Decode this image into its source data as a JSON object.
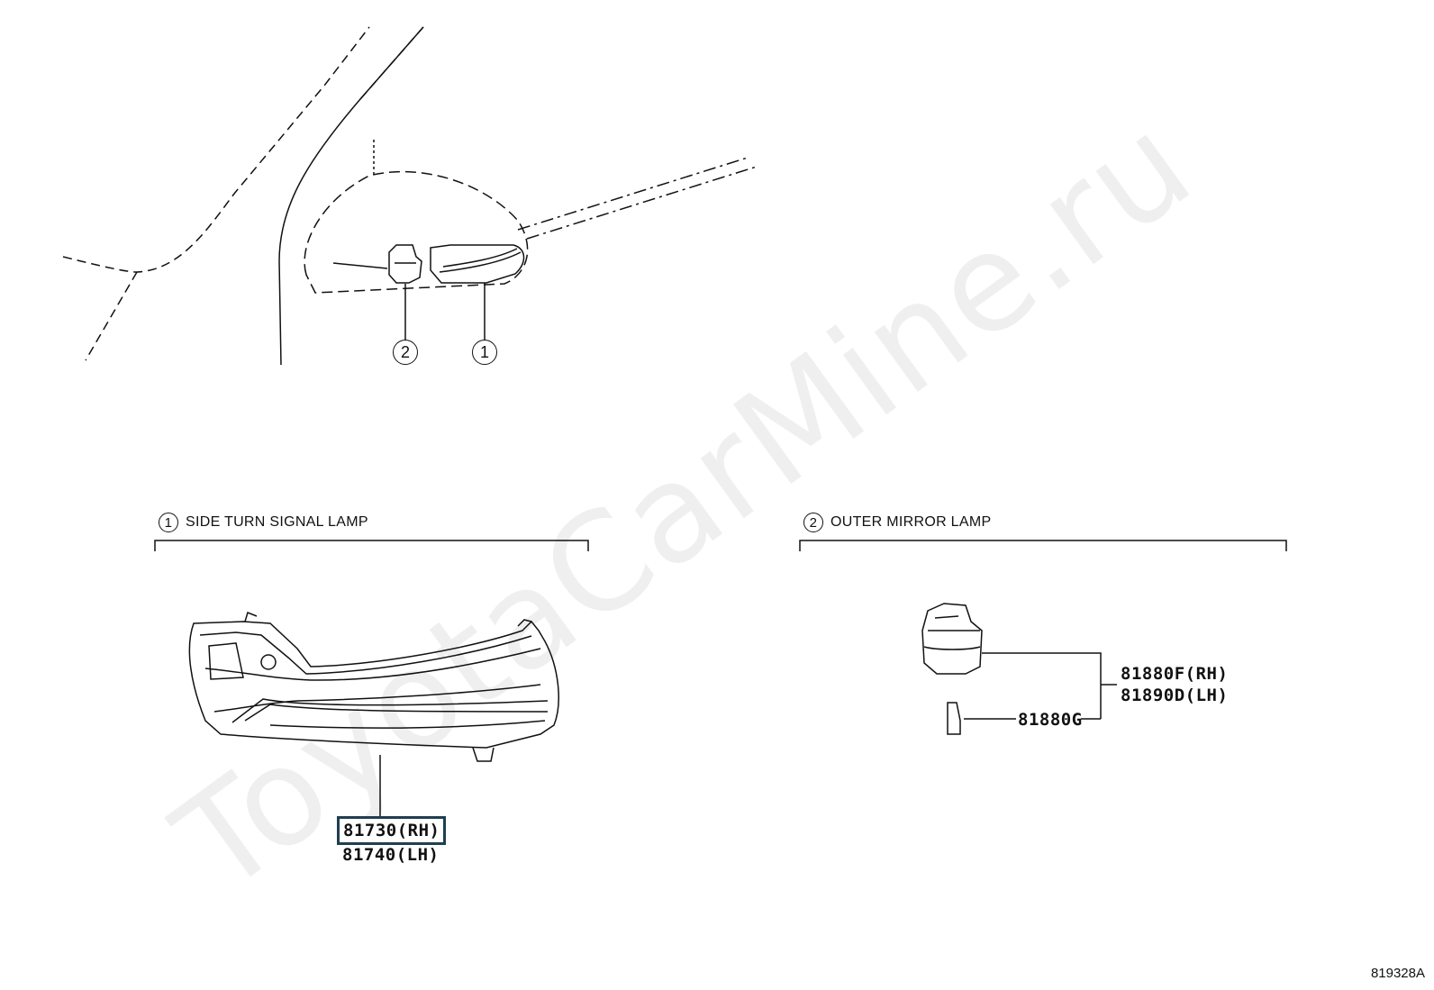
{
  "watermark": "ToyotaCarMine.ru",
  "callouts": {
    "one": "1",
    "two": "2"
  },
  "sections": {
    "side_turn": {
      "number": "1",
      "title": "SIDE TURN SIGNAL LAMP"
    },
    "outer_mirror": {
      "number": "2",
      "title": "OUTER MIRROR LAMP"
    }
  },
  "parts": {
    "p81730": "81730(RH)",
    "p81740": "81740(LH)",
    "p81880f": "81880F(RH)",
    "p81890d": "81890D(LH)",
    "p81880g": "81880G"
  },
  "diagram_id": "819328A",
  "colors": {
    "line": "#111111",
    "highlight_box": "#1f3f4f"
  }
}
